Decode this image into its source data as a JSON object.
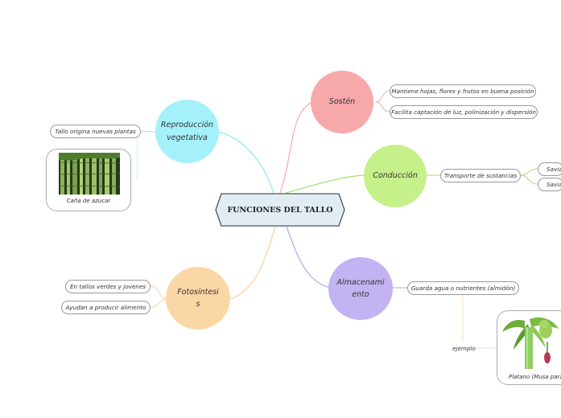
{
  "central": {
    "label": "FUNCIONES DEL TALLO"
  },
  "branches": {
    "sosten": {
      "label": "Sostén",
      "color": "#f7a8ab",
      "items": [
        "Mantiene hojas, flores y frutos en buena posición",
        "Facilita captación de luz, polinización y dispersión"
      ]
    },
    "conduccion": {
      "label": "Conducción",
      "color": "#c6f08a",
      "items": [
        "Transporte de sustancias"
      ],
      "subitems": [
        "Savia",
        "Savia"
      ]
    },
    "almacenamiento": {
      "label_line1": "Almacenami",
      "label_line2": "ento",
      "color": "#c3b3f2",
      "items": [
        "Guarda agua o nutrientes (almidón)"
      ],
      "example_label": "ejemplo",
      "image_caption": "Platano (Musa paradi"
    },
    "fotosintesis": {
      "label_line1": "Fotosíntesi",
      "label_line2": "s",
      "color": "#fcd7a6",
      "items": [
        "En tallos verdes y jovenes",
        "Ayudan a producir alimento"
      ]
    },
    "reproduccion": {
      "label_line1": "Reproducción",
      "label_line2": "vegetativa",
      "color": "#a5f1fa",
      "items": [
        "Tallo origina nuevas plantas"
      ],
      "image_caption": "Caña de azucar"
    }
  },
  "colors": {
    "central_fill": "#e2edf3",
    "central_stroke": "#4a5560",
    "line_sosten": "#f7a8ab",
    "line_conduccion": "#a9dd6e",
    "line_almacenamiento": "#b5a6ec",
    "line_fotosintesis": "#fbd09a",
    "line_reproduccion": "#8fe7f3",
    "line_sub": "#bbbbbb"
  }
}
